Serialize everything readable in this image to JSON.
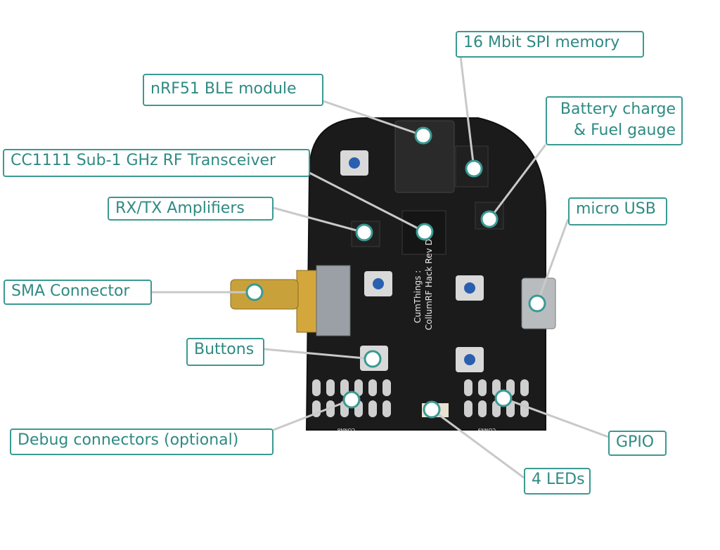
{
  "colors": {
    "accent": "#3a9a92",
    "text": "#2f8a83",
    "leader": "#c9c9c9",
    "board": "#1b1b1b",
    "sma_gold": "#c9a13a"
  },
  "board": {
    "silkscreen": {
      "brand": "CumThings :",
      "product": "CollumRF Hack Rev D",
      "conn_left": "CONN8",
      "conn_right": "CONN9"
    }
  },
  "labels": {
    "spi_memory": "16 Mbit SPI memory",
    "ble_module": "nRF51 BLE module",
    "battery_line1": "Battery charge",
    "battery_line2": "& Fuel gauge",
    "rf_transceiver": "CC1111 Sub-1 GHz RF Transceiver",
    "amplifiers": "RX/TX Amplifiers",
    "micro_usb": "micro USB",
    "sma_connector": "SMA Connector",
    "buttons": "Buttons",
    "debug_connectors": "Debug connectors (optional)",
    "gpio": "GPIO",
    "leds": "4 LEDs"
  }
}
